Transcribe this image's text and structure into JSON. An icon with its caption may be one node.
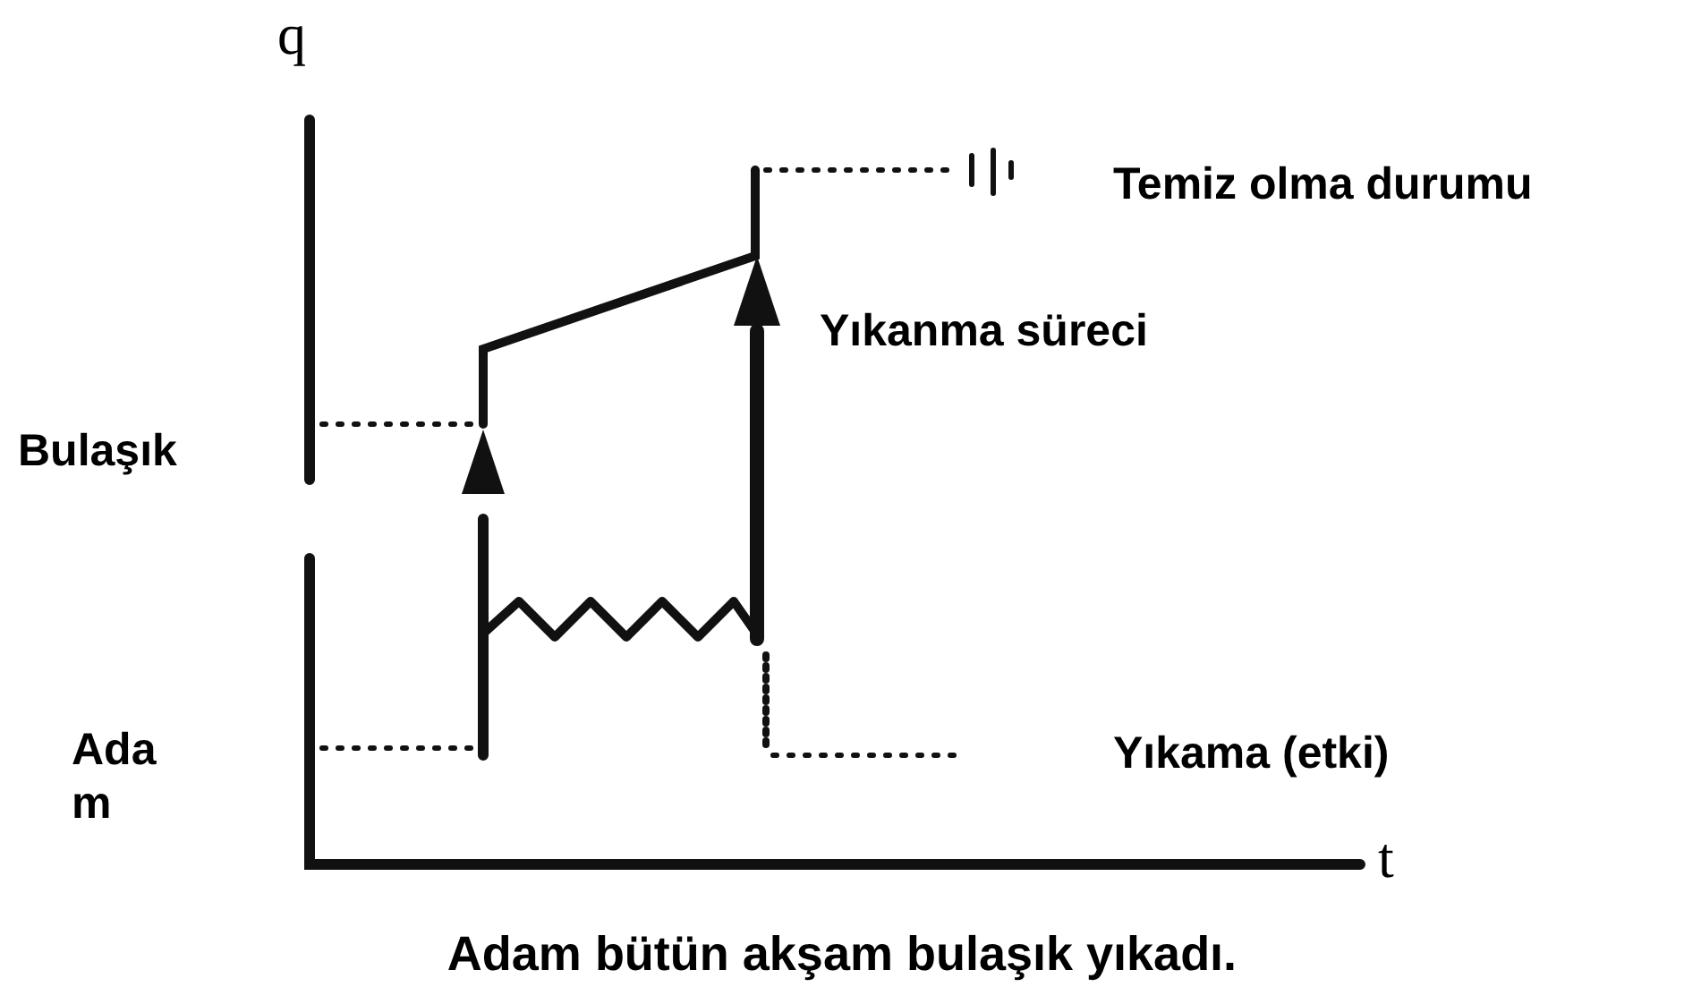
{
  "diagram": {
    "caption": "Adam bütün akşam bulaşık yıkadı.",
    "labels": [
      "q",
      "Temiz olma durumu",
      "Yıkanma süreci",
      "Bulaşık",
      "Yıkama (etki)",
      "Ada m",
      "t"
    ]
  }
}
